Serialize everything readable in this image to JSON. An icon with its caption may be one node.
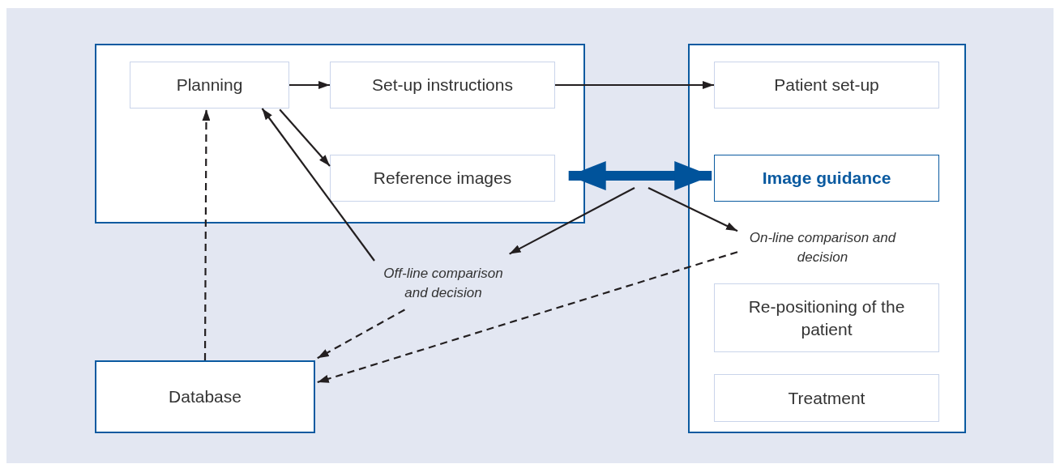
{
  "diagram": {
    "nodes": [
      {
        "text": [],
        "shape": "box"
      },
      {
        "text": [
          "Planning"
        ],
        "in": 0
      },
      {
        "text": [
          "Set-up instructions"
        ],
        "in": 0
      },
      {
        "text": [
          "Reference images"
        ],
        "in": 0
      },
      {
        "text": [],
        "shape": "box"
      },
      {
        "text": [
          "Patient set-up"
        ],
        "in": 4
      },
      {
        "text": [
          "Image guidance"
        ],
        "in": 4
      },
      {
        "text": [
          "On-line comparison and decision"
        ],
        "in": 4
      },
      {
        "text": [
          "Re-positioning of the patient"
        ],
        "in": 4
      },
      {
        "text": [
          "Treatment"
        ],
        "in": 4
      },
      {
        "text": [
          "Off-line comparison and decision"
        ]
      },
      {
        "text": [
          "Database"
        ]
      }
    ],
    "edges": [
      {
        "from": 1,
        "to": 2,
        "arrow": "to"
      },
      {
        "from": 2,
        "to": 5,
        "arrow": "to"
      },
      {
        "from": 1,
        "to": 3,
        "arrow": "to"
      },
      {
        "from": 3,
        "to": 6,
        "arrow": "both",
        "style": "thick",
        "color": "#00539b"
      },
      {
        "from": null,
        "to": 10,
        "arrow": "to"
      },
      {
        "from": null,
        "to": 7,
        "arrow": "to"
      },
      {
        "from": 10,
        "to": 1,
        "arrow": "to"
      },
      {
        "from": 10,
        "to": 11,
        "arrow": "to",
        "style": "dashed"
      },
      {
        "from": 7,
        "to": 11,
        "arrow": "to",
        "style": "dashed"
      },
      {
        "from": 11,
        "to": 1,
        "arrow": "to",
        "style": "dashed"
      }
    ]
  }
}
